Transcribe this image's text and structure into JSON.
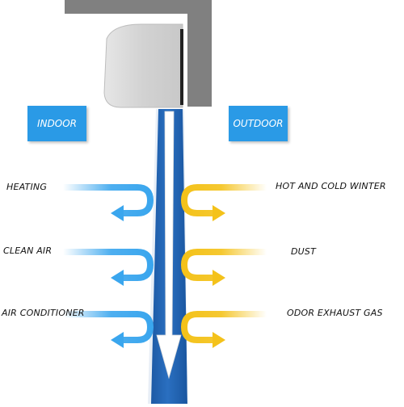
{
  "panels": {
    "indoor": "INDOOR",
    "outdoor": "OUTDOOR"
  },
  "indoor_labels": [
    "HEATING",
    "CLEAN AIR",
    "AIR CONDITIONER"
  ],
  "outdoor_labels": [
    "HOT AND COLD WINTER",
    "DUST",
    "ODOR EXHAUST GAS"
  ],
  "colors": {
    "wall": "#7f7f7f",
    "unit": "#d6d6d6",
    "pipe": "#1f5fa8",
    "tag": "#2a9ae6",
    "indoor_arrow": "#3aa6ee",
    "outdoor_arrow": "#f4c21a"
  }
}
